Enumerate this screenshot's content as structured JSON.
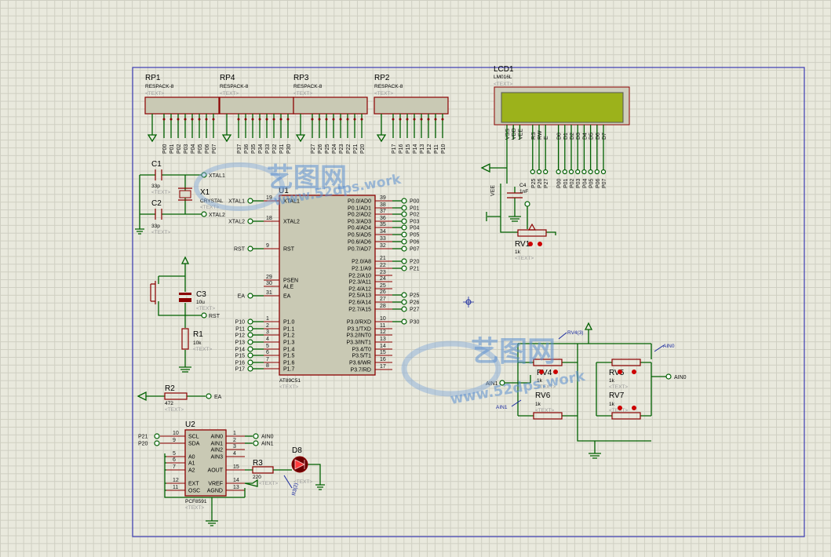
{
  "respacks": [
    {
      "ref": "RP1",
      "type": "RESPACK-8",
      "text": "<TEXT>",
      "pins": [
        "P00",
        "P01",
        "P02",
        "P03",
        "P04",
        "P05",
        "P06",
        "P07"
      ]
    },
    {
      "ref": "RP4",
      "type": "RESPACK-8",
      "text": "<TEXT>",
      "pins": [
        "P37",
        "P36",
        "P35",
        "P34",
        "P33",
        "P32",
        "P31",
        "P30"
      ]
    },
    {
      "ref": "RP3",
      "type": "RESPACK-8",
      "text": "<TEXT>",
      "pins": [
        "P27",
        "P26",
        "P25",
        "P24",
        "P23",
        "P22",
        "P21",
        "P20"
      ]
    },
    {
      "ref": "RP2",
      "type": "RESPACK-8",
      "text": "<TEXT>",
      "pins": [
        "P17",
        "P16",
        "P15",
        "P14",
        "P13",
        "P12",
        "P11",
        "P10"
      ]
    }
  ],
  "lcd": {
    "ref": "LCD1",
    "type": "LM016L",
    "text": "<TEXT>",
    "pins": [
      "VSS",
      "VDD",
      "VEE",
      "RS",
      "RW",
      "E",
      "D0",
      "D1",
      "D2",
      "D3",
      "D4",
      "D5",
      "D6",
      "D7"
    ],
    "nets": [
      "P25",
      "P26",
      "P27",
      "P00",
      "P01",
      "P02",
      "P03",
      "P04",
      "P05",
      "P06",
      "P07"
    ],
    "vee": "VEE"
  },
  "mcu": {
    "ref": "U1",
    "type": "AT89C51",
    "text": "<TEXT>",
    "left": [
      {
        "n": "19",
        "l": "XTAL1",
        "net": "XTAL1"
      },
      {
        "n": "18",
        "l": "XTAL2",
        "net": "XTAL2"
      },
      {
        "n": "9",
        "l": "RST",
        "net": "RST"
      },
      {
        "n": "29",
        "l": "PSEN",
        "net": ""
      },
      {
        "n": "30",
        "l": "ALE",
        "net": ""
      },
      {
        "n": "31",
        "l": "EA",
        "net": "EA"
      },
      {
        "n": "1",
        "l": "P1.0",
        "net": "P10"
      },
      {
        "n": "2",
        "l": "P1.1",
        "net": "P11"
      },
      {
        "n": "3",
        "l": "P1.2",
        "net": "P12"
      },
      {
        "n": "4",
        "l": "P1.3",
        "net": "P13"
      },
      {
        "n": "5",
        "l": "P1.4",
        "net": "P14"
      },
      {
        "n": "6",
        "l": "P1.5",
        "net": "P15"
      },
      {
        "n": "7",
        "l": "P1.6",
        "net": "P16"
      },
      {
        "n": "8",
        "l": "P1.7",
        "net": "P17"
      }
    ],
    "right": [
      {
        "n": "39",
        "l": "P0.0/AD0",
        "net": "P00"
      },
      {
        "n": "38",
        "l": "P0.1/AD1",
        "net": "P01"
      },
      {
        "n": "37",
        "l": "P0.2/AD2",
        "net": "P02"
      },
      {
        "n": "36",
        "l": "P0.3/AD3",
        "net": "P03"
      },
      {
        "n": "35",
        "l": "P0.4/AD4",
        "net": "P04"
      },
      {
        "n": "34",
        "l": "P0.5/AD5",
        "net": "P05"
      },
      {
        "n": "33",
        "l": "P0.6/AD6",
        "net": "P06"
      },
      {
        "n": "32",
        "l": "P0.7/AD7",
        "net": "P07"
      },
      {
        "n": "21",
        "l": "P2.0/A8",
        "net": "P20"
      },
      {
        "n": "22",
        "l": "P2.1/A9",
        "net": "P21"
      },
      {
        "n": "23",
        "l": "P2.2/A10",
        "net": ""
      },
      {
        "n": "24",
        "l": "P2.3/A11",
        "net": ""
      },
      {
        "n": "25",
        "l": "P2.4/A12",
        "net": ""
      },
      {
        "n": "26",
        "l": "P2.5/A13",
        "net": "P25"
      },
      {
        "n": "27",
        "l": "P2.6/A14",
        "net": "P26"
      },
      {
        "n": "28",
        "l": "P2.7/A15",
        "net": "P27"
      },
      {
        "n": "10",
        "l": "P3.0/RXD",
        "net": "P30"
      },
      {
        "n": "11",
        "l": "P3.1/TXD",
        "net": ""
      },
      {
        "n": "12",
        "l": "P3.2/INT0",
        "net": ""
      },
      {
        "n": "13",
        "l": "P3.3/INT1",
        "net": ""
      },
      {
        "n": "14",
        "l": "P3.4/T0",
        "net": ""
      },
      {
        "n": "15",
        "l": "P3.5/T1",
        "net": ""
      },
      {
        "n": "16",
        "l": "P3.6/WR",
        "net": ""
      },
      {
        "n": "17",
        "l": "P3.7/RD",
        "net": ""
      }
    ]
  },
  "crystal": {
    "ref": "X1",
    "type": "CRYSTAL",
    "text": "<TEXT>"
  },
  "c1": {
    "ref": "C1",
    "val": "33p",
    "text": "<TEXT>"
  },
  "c2": {
    "ref": "C2",
    "val": "33p",
    "text": "<TEXT>"
  },
  "c3": {
    "ref": "C3",
    "val": "10u",
    "text": "<TEXT>"
  },
  "c4": {
    "ref": "C4",
    "val": "1nF",
    "vee": "VEE"
  },
  "r1": {
    "ref": "R1",
    "val": "10k",
    "text": "<TEXT>"
  },
  "r2": {
    "ref": "R2",
    "val": "472",
    "text": "<TEXT>",
    "net": "EA"
  },
  "r3": {
    "ref": "R3",
    "val": "220",
    "text": "<TEXT>"
  },
  "d8": {
    "ref": "D8",
    "text": "<TEXT>",
    "probe": "R3(2)"
  },
  "pcf": {
    "ref": "U2",
    "type": "PCF8591",
    "text": "<TEXT>",
    "left": [
      {
        "n": "10",
        "l": "SCL",
        "net": "P21"
      },
      {
        "n": "9",
        "l": "SDA",
        "net": "P20"
      },
      {
        "n": "5",
        "l": "A0",
        "net": ""
      },
      {
        "n": "6",
        "l": "A1",
        "net": ""
      },
      {
        "n": "7",
        "l": "A2",
        "net": ""
      },
      {
        "n": "12",
        "l": "EXT",
        "net": ""
      },
      {
        "n": "11",
        "l": "OSC",
        "net": ""
      }
    ],
    "right": [
      {
        "n": "1",
        "l": "AIN0",
        "net": "AIN0"
      },
      {
        "n": "2",
        "l": "AIN1",
        "net": "AIN1"
      },
      {
        "n": "3",
        "l": "AIN2",
        "net": ""
      },
      {
        "n": "4",
        "l": "AIN3",
        "net": ""
      },
      {
        "n": "15",
        "l": "AOUT",
        "net": ""
      },
      {
        "n": "14",
        "l": "VREF",
        "net": ""
      },
      {
        "n": "13",
        "l": "AGND",
        "net": ""
      }
    ]
  },
  "pots": [
    {
      "ref": "RV1",
      "val": "1k",
      "text": "<TEXT>"
    },
    {
      "ref": "RV4",
      "val": "1k",
      "text": "<TEXT>"
    },
    {
      "ref": "RV5",
      "val": "1k",
      "text": "<TEXT>"
    },
    {
      "ref": "RV6",
      "val": "1k",
      "text": "<TEXT>"
    },
    {
      "ref": "RV7",
      "val": "1k",
      "text": "<TEXT>"
    }
  ],
  "nets": {
    "ain0": "AIN0",
    "ain1": "AIN1",
    "rst": "RST",
    "xtal1": "XTAL1",
    "xtal2": "XTAL2",
    "ea": "EA",
    "probe_rv4": "RV4(3)"
  },
  "watermark": {
    "cn": "艺图网",
    "url": "www.52dps.work"
  },
  "colors": {
    "wire": "#006000",
    "part": "#8b0000",
    "body": "#c9c9b4",
    "lcd_screen": "#9cb21b",
    "border": "#3c3cb4",
    "sheet": "#e9e9dd"
  }
}
